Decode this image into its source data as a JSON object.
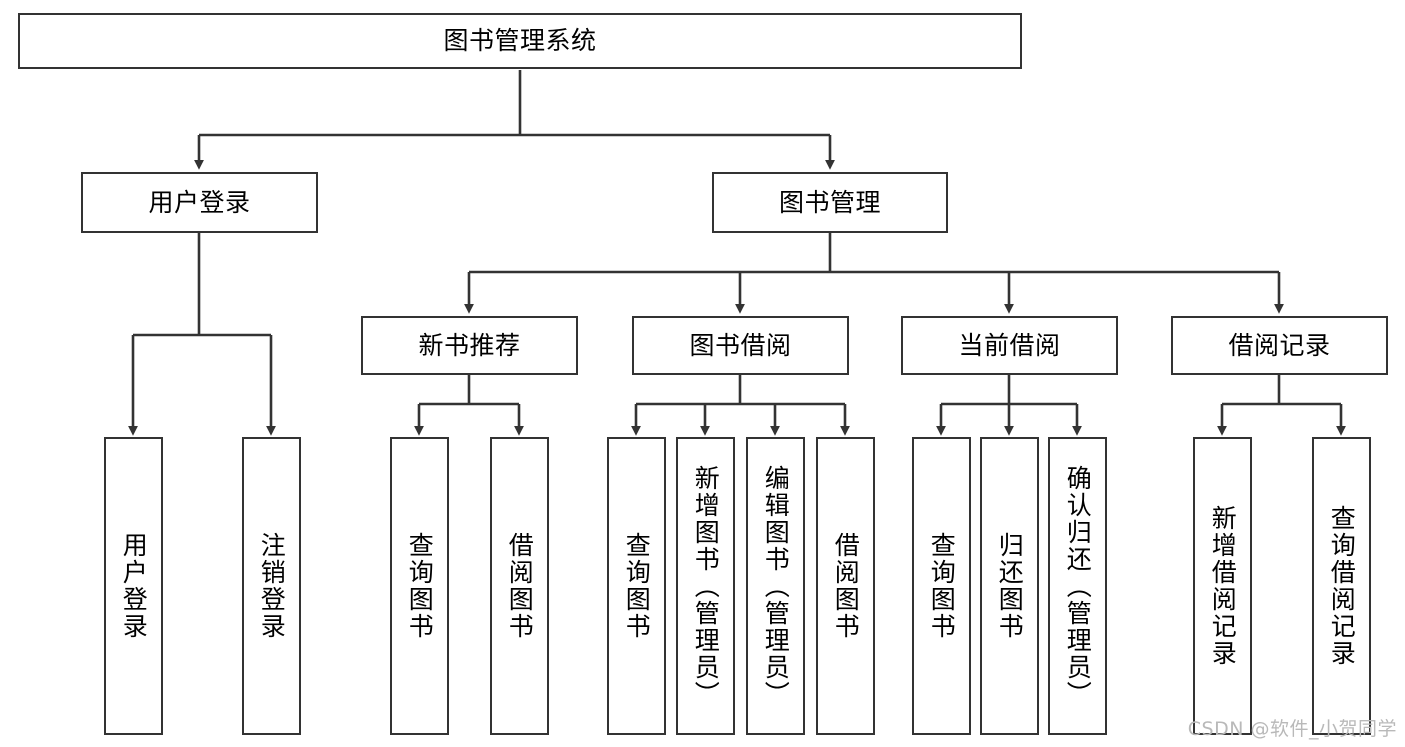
{
  "diagram": {
    "title": "图书管理系统",
    "type": "tree-hierarchy",
    "stroke_color": "#333333",
    "background_color": "#ffffff",
    "text_color": "#000000",
    "root": {
      "id": "root",
      "label": "图书管理系统"
    },
    "level2": [
      {
        "id": "user-login",
        "label": "用户登录"
      },
      {
        "id": "book-manage",
        "label": "图书管理"
      }
    ],
    "level3": [
      {
        "id": "new-book-rec",
        "label": "新书推荐"
      },
      {
        "id": "book-borrow",
        "label": "图书借阅"
      },
      {
        "id": "current-borrow",
        "label": "当前借阅"
      },
      {
        "id": "borrow-record",
        "label": "借阅记录"
      }
    ],
    "leaves": [
      {
        "id": "leaf-user-login",
        "label": "用户登录",
        "parent": "user-login"
      },
      {
        "id": "leaf-user-logout",
        "label": "注销登录",
        "parent": "user-login"
      },
      {
        "id": "leaf-query-book-1",
        "label": "查询图书",
        "parent": "new-book-rec"
      },
      {
        "id": "leaf-borrow-book-1",
        "label": "借阅图书",
        "parent": "new-book-rec"
      },
      {
        "id": "leaf-query-book-2",
        "label": "查询图书",
        "parent": "book-borrow"
      },
      {
        "id": "leaf-add-book",
        "label": "新增图书（管理员）",
        "parent": "book-borrow"
      },
      {
        "id": "leaf-edit-book",
        "label": "编辑图书（管理员）",
        "parent": "book-borrow"
      },
      {
        "id": "leaf-borrow-book-2",
        "label": "借阅图书",
        "parent": "book-borrow"
      },
      {
        "id": "leaf-query-book-3",
        "label": "查询图书",
        "parent": "current-borrow"
      },
      {
        "id": "leaf-return-book",
        "label": "归还图书",
        "parent": "current-borrow"
      },
      {
        "id": "leaf-confirm-return",
        "label": "确认归还（管理员）",
        "parent": "current-borrow"
      },
      {
        "id": "leaf-add-record",
        "label": "新增借阅记录",
        "parent": "borrow-record"
      },
      {
        "id": "leaf-query-record",
        "label": "查询借阅记录",
        "parent": "borrow-record"
      }
    ]
  },
  "watermark": {
    "text": "CSDN @软件_小贺同学"
  }
}
